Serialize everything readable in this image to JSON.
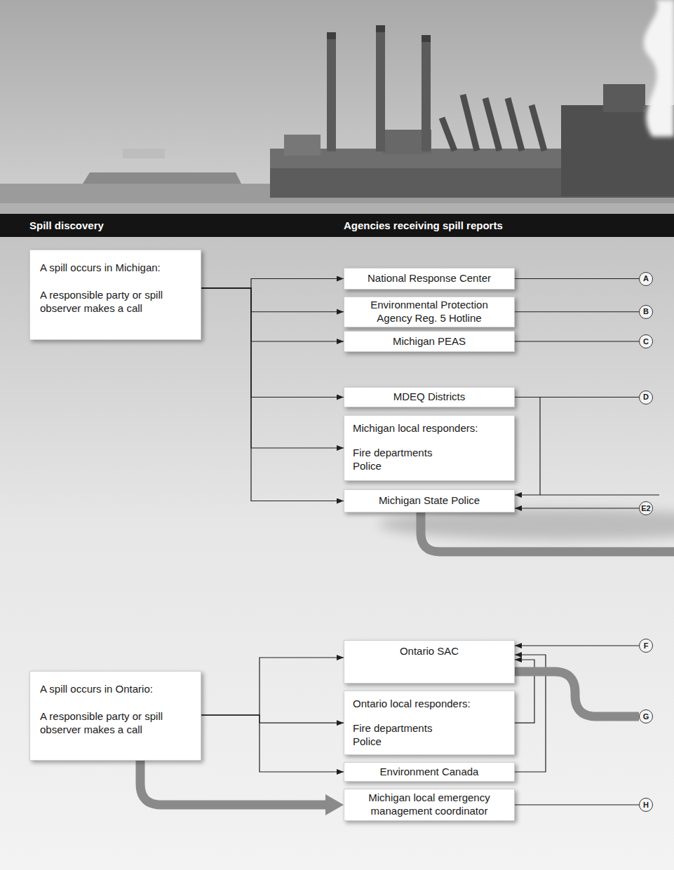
{
  "diagram": {
    "nodes": [
      {
        "text": [
          "A spill occurs in Michigan:",
          "A responsible party or spill observer makes a call"
        ]
      },
      {
        "text": [
          "National Response Center"
        ]
      },
      {
        "text": [
          "Environmental Protection Agency Reg. 5 Hotline"
        ]
      },
      {
        "text": [
          "Michigan PEAS"
        ]
      },
      {
        "text": [
          "MDEQ Districts"
        ]
      },
      {
        "text": [
          "Michigan local responders:",
          "Fire departments Police"
        ]
      },
      {
        "text": [
          "Michigan State Police"
        ]
      },
      {
        "text": [
          "A spill occurs in Ontario:",
          "A responsible party or spill observer makes a call"
        ]
      },
      {
        "text": [
          "Ontario SAC"
        ]
      },
      {
        "text": [
          "Ontario local responders:",
          "Fire departments Police"
        ]
      },
      {
        "text": [
          "Environment Canada"
        ]
      },
      {
        "text": [
          "Michigan local emergency management coordinator"
        ]
      },
      {
        "text": [
          "A"
        ]
      },
      {
        "text": [
          "B"
        ]
      },
      {
        "text": [
          "C"
        ]
      },
      {
        "text": [
          "D"
        ]
      },
      {
        "text": [
          "E2"
        ]
      },
      {
        "text": [
          "F"
        ]
      },
      {
        "text": [
          "G"
        ]
      },
      {
        "text": [
          "H"
        ]
      }
    ],
    "edges": [
      {
        "from": 0,
        "to": 1,
        "arrow": "to"
      },
      {
        "from": 0,
        "to": 2,
        "arrow": "to"
      },
      {
        "from": 0,
        "to": 3,
        "arrow": "to"
      },
      {
        "from": 0,
        "to": 4,
        "arrow": "to"
      },
      {
        "from": 0,
        "to": 5,
        "arrow": "to"
      },
      {
        "from": 0,
        "to": 6,
        "arrow": "to"
      },
      {
        "from": 1,
        "to": 12,
        "arrow": "none"
      },
      {
        "from": 2,
        "to": 13,
        "arrow": "none"
      },
      {
        "from": 3,
        "to": 14,
        "arrow": "none"
      },
      {
        "from": 4,
        "to": 15,
        "arrow": "none"
      },
      {
        "from": 4,
        "to": 6,
        "arrow": "to"
      },
      {
        "from": 16,
        "to": 6,
        "arrow": "to"
      },
      {
        "from": 17,
        "to": 8,
        "arrow": "to"
      },
      {
        "from": 7,
        "to": 8,
        "arrow": "to"
      },
      {
        "from": 7,
        "to": 9,
        "arrow": "to"
      },
      {
        "from": 7,
        "to": 10,
        "arrow": "to"
      },
      {
        "from": 9,
        "to": 8,
        "arrow": "to"
      },
      {
        "from": 10,
        "to": 8,
        "arrow": "to"
      },
      {
        "from": 8,
        "to": 18,
        "arrow": "none"
      },
      {
        "from": 7,
        "to": 11,
        "arrow": "to"
      },
      {
        "from": 11,
        "to": 19,
        "arrow": "none"
      }
    ],
    "labels": [
      "Spill discovery",
      "Agencies receiving spill reports"
    ]
  }
}
